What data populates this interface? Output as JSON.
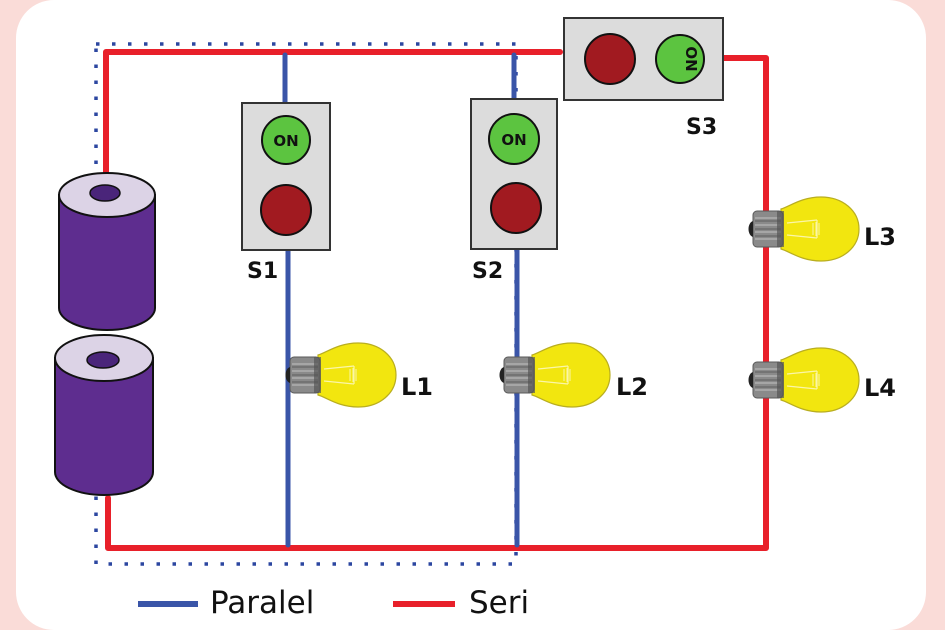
{
  "diagram": {
    "switches": [
      {
        "id": "S1",
        "label": "S1",
        "on_label": "ON",
        "orientation": "vertical"
      },
      {
        "id": "S2",
        "label": "S2",
        "on_label": "ON",
        "orientation": "vertical"
      },
      {
        "id": "S3",
        "label": "S3",
        "on_label": "ON",
        "orientation": "horizontal-rotated"
      }
    ],
    "lamps": [
      {
        "id": "L1",
        "label": "L1",
        "circuit": "paralel"
      },
      {
        "id": "L2",
        "label": "L2",
        "circuit": "paralel"
      },
      {
        "id": "L3",
        "label": "L3",
        "circuit": "seri"
      },
      {
        "id": "L4",
        "label": "L4",
        "circuit": "seri"
      }
    ],
    "battery_cells": 2
  },
  "legend": {
    "items": [
      {
        "label": "Paralel",
        "color": "#3a55a8"
      },
      {
        "label": "Seri",
        "color": "#e8202a"
      }
    ]
  },
  "colors": {
    "paralel_wire": "#3a55a8",
    "seri_wire": "#e8202a",
    "switch_on": "#5cc440",
    "switch_off": "#a11a20",
    "switch_body": "#dcdcdc",
    "battery": "#5e2d8f",
    "battery_top": "#dcd3e6",
    "bulb": "#f2e60f",
    "bulb_base": "#8a8a8a",
    "dotted_boundary": "#2c47a0",
    "background": "#fadcd8"
  }
}
